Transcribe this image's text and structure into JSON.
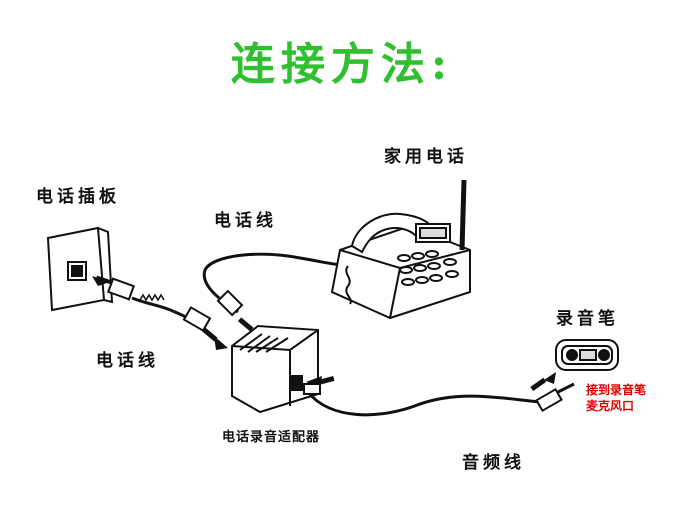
{
  "title": "连接方法:",
  "labels": {
    "home_phone": "家用电话",
    "wall_jack": "电话插板",
    "phone_line_top": "电话线",
    "phone_line_left": "电话线",
    "recorder": "录音笔",
    "adapter": "电话录音适配器",
    "audio_line": "音频线",
    "mic_note_line1": "接到录音笔",
    "mic_note_line2": "麦克风口"
  },
  "colors": {
    "title": "#2fbf2f",
    "note": "#e00000",
    "ink": "#111111"
  }
}
